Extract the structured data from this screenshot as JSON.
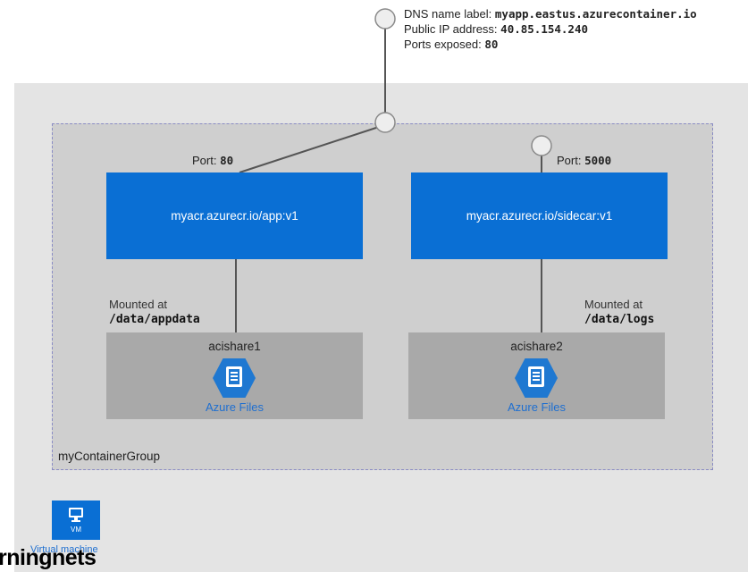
{
  "dns_info": {
    "dns_label_prefix": "DNS name label:",
    "dns_label_value": "myapp.eastus.azurecontainer.io",
    "ip_prefix": "Public IP address:",
    "ip_value": "40.85.154.240",
    "ports_prefix": "Ports exposed:",
    "ports_value": "80"
  },
  "containers": [
    {
      "image": "myacr.azurecr.io/app:v1",
      "port_prefix": "Port:",
      "port_value": "80"
    },
    {
      "image": "myacr.azurecr.io/sidecar:v1",
      "port_prefix": "Port:",
      "port_value": "5000"
    }
  ],
  "shares": [
    {
      "name": "acishare1",
      "caption": "Azure Files",
      "mount_text": "Mounted at",
      "mount_path": "/data/appdata"
    },
    {
      "name": "acishare2",
      "caption": "Azure Files",
      "mount_text": "Mounted at",
      "mount_path": "/data/logs"
    }
  ],
  "group_name": "myContainerGroup",
  "vm": {
    "icon_text": "VM",
    "label": "Virtual machine"
  },
  "watermark": "rningnets",
  "colors": {
    "container_blue": "#0a6fd4",
    "share_gray": "#a9a9a9",
    "group_gray": "#cfcfcf",
    "outer_gray": "#e4e4e4",
    "files_icon_blue": "#1f78d1"
  }
}
